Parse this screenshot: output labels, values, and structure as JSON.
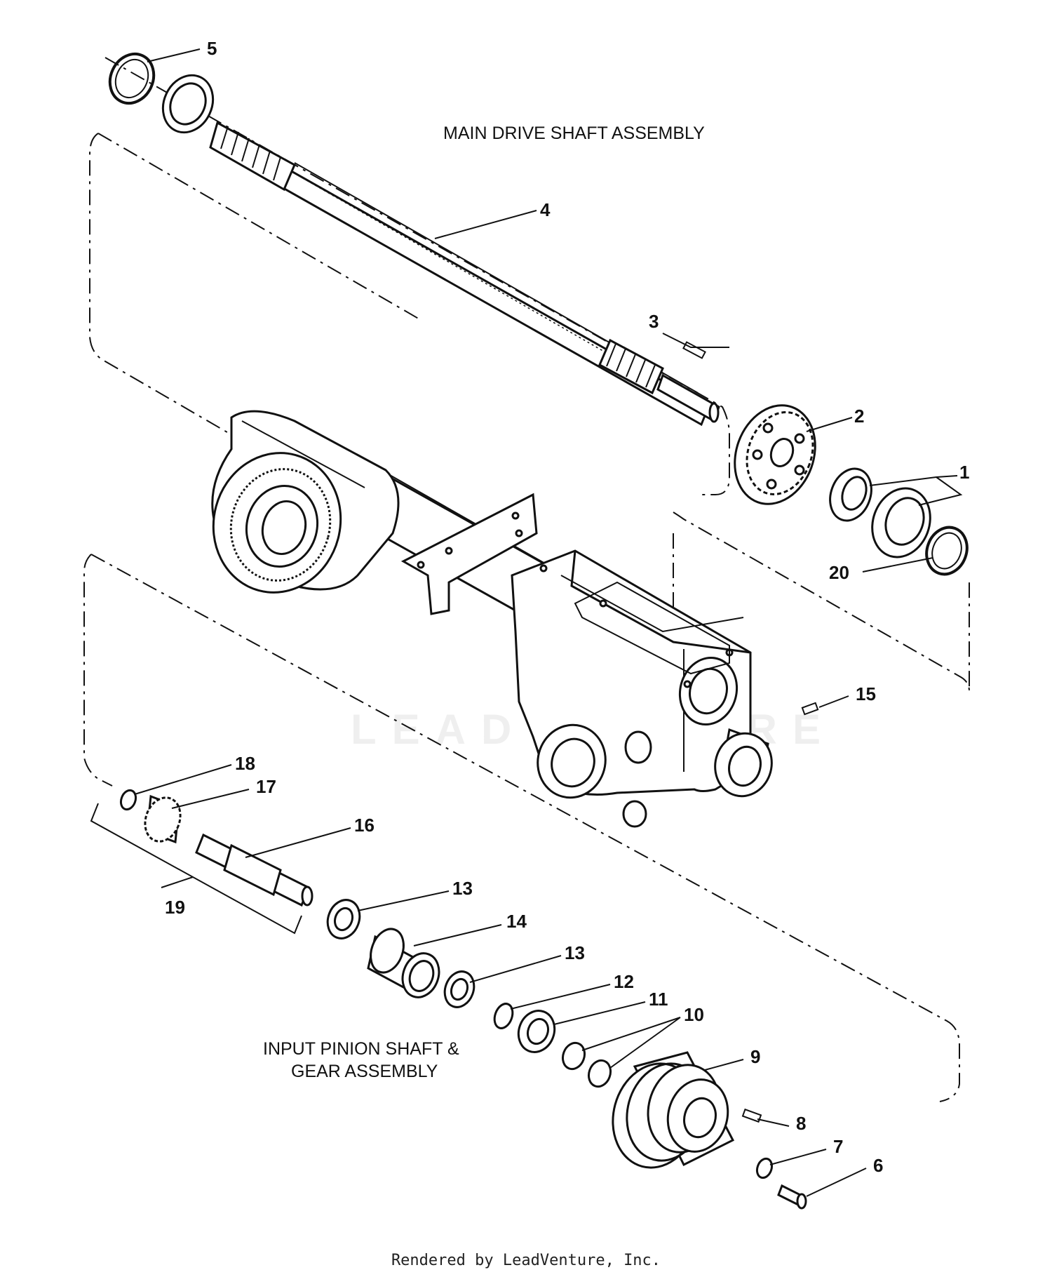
{
  "assemblies": {
    "main_drive": "MAIN DRIVE SHAFT ASSEMBLY",
    "input_pinion_line1": "INPUT PINION SHAFT &",
    "input_pinion_line2": "GEAR ASSEMBLY"
  },
  "callouts": [
    "1",
    "2",
    "3",
    "4",
    "5",
    "6",
    "7",
    "8",
    "9",
    "10",
    "11",
    "12",
    "13",
    "13",
    "14",
    "15",
    "16",
    "17",
    "18",
    "19",
    "20"
  ],
  "watermark": "LEADVENTURE",
  "footer": "Rendered by LeadVenture, Inc.",
  "colors": {
    "ink": "#111111",
    "background": "#ffffff"
  }
}
